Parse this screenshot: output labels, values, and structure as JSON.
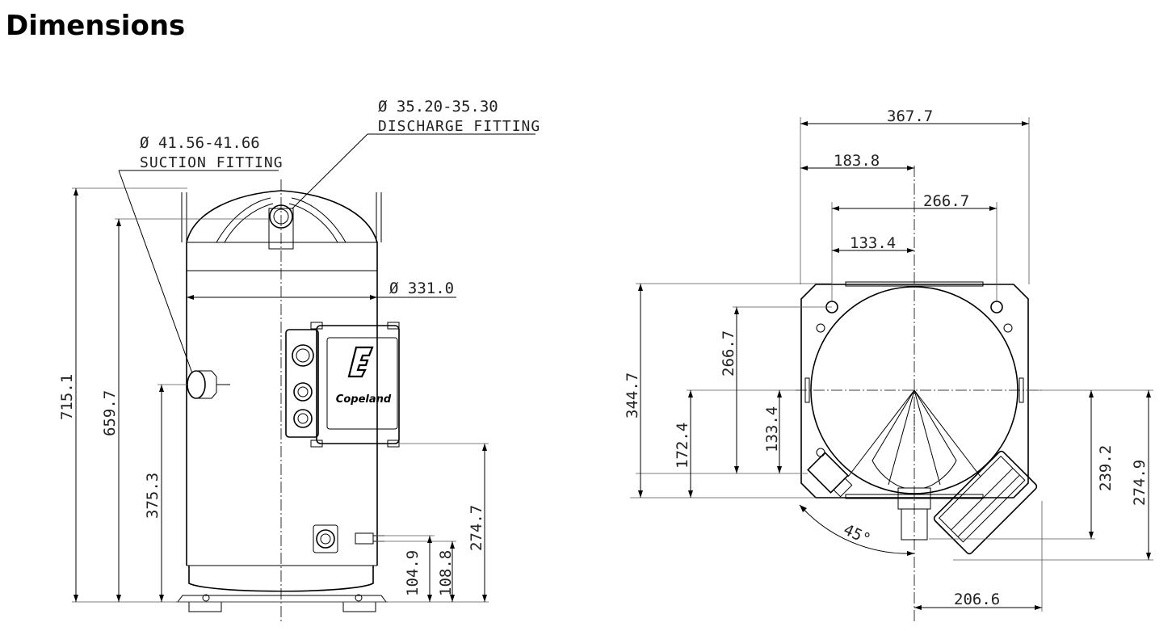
{
  "title": "Dimensions",
  "side_view": {
    "suction": {
      "diameter": "Ø 41.56-41.66",
      "label": "SUCTION FITTING"
    },
    "discharge": {
      "diameter": "Ø 35.20-35.30",
      "label": "DISCHARGE FITTING"
    },
    "shell_diameter": "Ø 331.0",
    "heights": {
      "overall": "715.1",
      "discharge": "659.7",
      "suction": "375.3",
      "box_bottom": "274.7",
      "fitting_a": "104.9",
      "fitting_b": "108.8"
    },
    "logo_text": "Copeland"
  },
  "top_view": {
    "widths": {
      "overall": "367.7",
      "half": "183.8",
      "hole_spacing": "266.7",
      "half_hole_spacing": "133.4",
      "box_offset": "206.6"
    },
    "left_heights": {
      "overall": "344.7",
      "hole_spacing": "266.7",
      "half": "172.4",
      "half_hole": "133.4"
    },
    "right_heights": {
      "inner": "239.2",
      "outer": "274.9"
    },
    "angle": "45°"
  }
}
